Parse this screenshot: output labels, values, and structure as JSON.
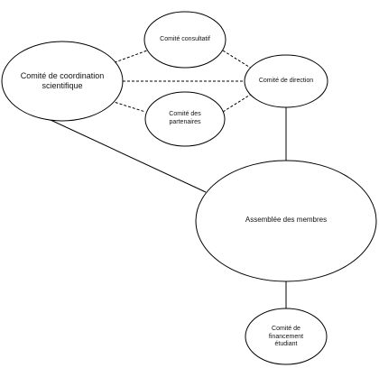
{
  "diagram": {
    "nodes": {
      "coordination": {
        "label": "Comité de coordination\nscientifique"
      },
      "consultatif": {
        "label": "Comité consultatif"
      },
      "partenaires": {
        "label": "Comité des\npartenaires"
      },
      "direction": {
        "label": "Comité de direction"
      },
      "assemblee": {
        "label": "Assemblée des membres"
      },
      "financement": {
        "label": "Comité de\nfinancement\nétudiant"
      }
    },
    "edges": [
      {
        "from": "coordination",
        "to": "consultatif",
        "style": "dashed"
      },
      {
        "from": "coordination",
        "to": "partenaires",
        "style": "dashed"
      },
      {
        "from": "coordination",
        "to": "direction",
        "style": "dashed"
      },
      {
        "from": "consultatif",
        "to": "direction",
        "style": "dashed"
      },
      {
        "from": "partenaires",
        "to": "direction",
        "style": "dashed"
      },
      {
        "from": "coordination",
        "to": "assemblee",
        "style": "solid"
      },
      {
        "from": "direction",
        "to": "assemblee",
        "style": "solid"
      },
      {
        "from": "assemblee",
        "to": "financement",
        "style": "solid"
      }
    ]
  }
}
